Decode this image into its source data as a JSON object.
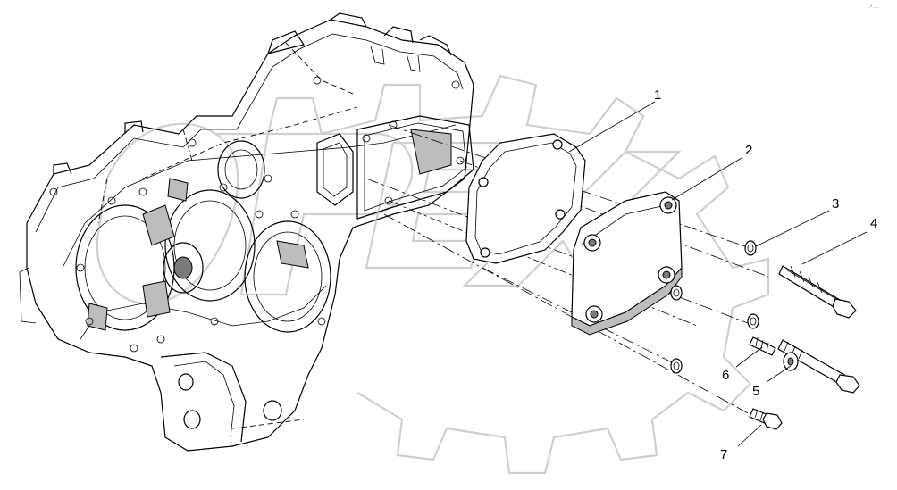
{
  "corner_mark": "·° ···",
  "callouts": [
    {
      "label": "1",
      "part": "gasket"
    },
    {
      "label": "2",
      "part": "cover"
    },
    {
      "label": "3",
      "part": "washer"
    },
    {
      "label": "4",
      "part": "long-bolt"
    },
    {
      "label": "5",
      "part": "washer-nut"
    },
    {
      "label": "6",
      "part": "stud"
    },
    {
      "label": "7",
      "part": "short-bolt"
    }
  ]
}
